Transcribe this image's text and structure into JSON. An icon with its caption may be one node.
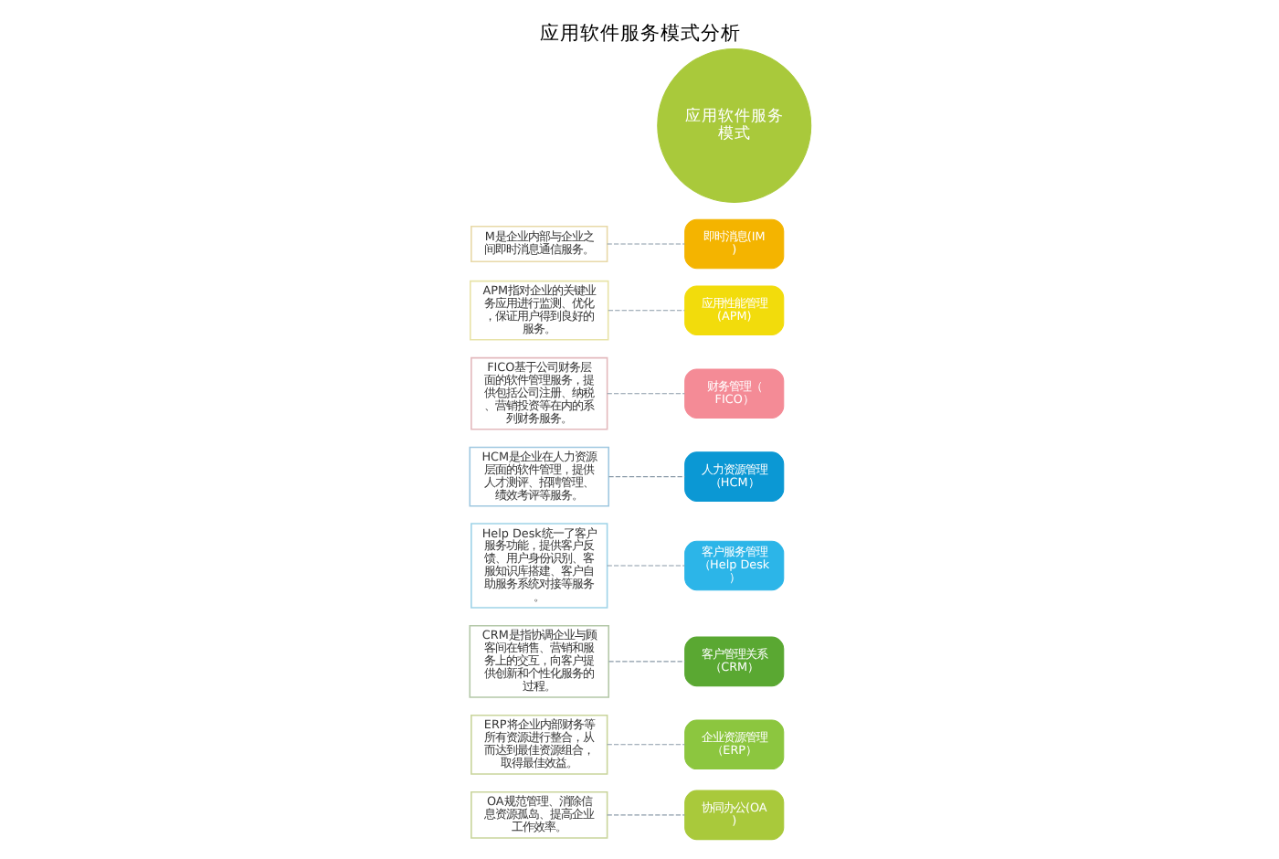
{
  "diagram": {
    "title": "应用软件服务模式分析",
    "nodes": [
      {
        "text": [
          "应用软件服务模式"
        ]
      },
      {
        "text": [
          "协同办公(OA)"
        ]
      },
      {
        "text": [
          "企业资源管理（ERP）"
        ]
      },
      {
        "text": [
          "客户管理关系（CRM）"
        ]
      },
      {
        "text": [
          "客户服务管理（Help Desk）"
        ]
      },
      {
        "text": [
          "人力资源管理（HCM）"
        ]
      },
      {
        "text": [
          "财务管理（FICO）"
        ]
      },
      {
        "text": [
          "应用性能管理(APM)"
        ]
      },
      {
        "text": [
          "即时消息(IM)"
        ]
      },
      {
        "text": [
          "OA规范管理、消除信息资源孤岛、提高企业工作效率。"
        ]
      },
      {
        "text": [
          "ERP将企业内部财务等所有资源进行整合，从而达到最佳资源组合，取得最佳效益。"
        ]
      },
      {
        "text": [
          "CRM是指协调企业与顾客间在销售、营销和服务上的交互，向客户提供创新和个性化服务的过程。"
        ]
      },
      {
        "text": [
          "Help Desk统一了客户服务功能，提供客户反馈、用户身份识别、客服知识库搭建、客户自助服务系统对接等服务。"
        ]
      },
      {
        "text": [
          "HCM是企业在人力资源层面的软件管理，提供人才测评、招聘管理、绩效考评等服务。"
        ]
      },
      {
        "text": [
          "FICO基于公司财务层面的软件管理服务，提供包括公司注册、纳税、营销投资等在内的系列财务服务。"
        ]
      },
      {
        "text": [
          "APM指对企业的关键业务应用进行监测、优化，保证用户得到良好的服务。"
        ]
      },
      {
        "text": [
          "M是企业内部与企业之间即时消息通信服务。"
        ]
      }
    ],
    "edges": [
      {
        "from": 9,
        "to": 1,
        "arrow": "none",
        "style": "dashed"
      },
      {
        "from": 10,
        "to": 2,
        "arrow": "none",
        "style": "dashed"
      },
      {
        "from": 11,
        "to": 3,
        "arrow": "none",
        "style": "dashed"
      },
      {
        "from": 12,
        "to": 4,
        "arrow": "none",
        "style": "dashed"
      },
      {
        "from": 13,
        "to": 5,
        "arrow": "none",
        "style": "dashed"
      },
      {
        "from": 14,
        "to": 6,
        "arrow": "none",
        "style": "dashed"
      },
      {
        "from": 15,
        "to": 7,
        "arrow": "none",
        "style": "dashed"
      },
      {
        "from": 16,
        "to": 8,
        "arrow": "none",
        "style": "dashed"
      }
    ]
  }
}
